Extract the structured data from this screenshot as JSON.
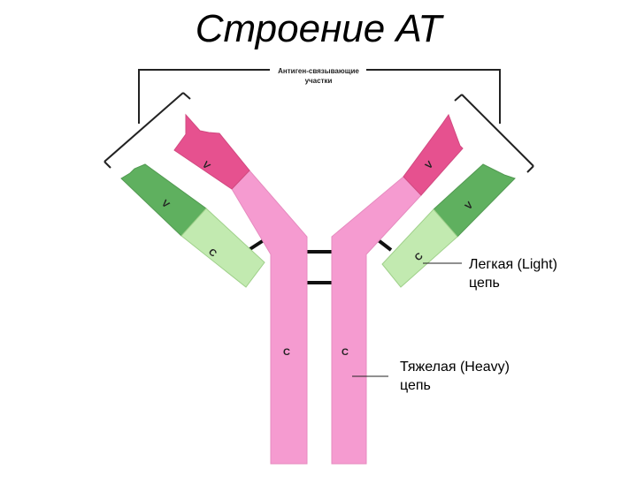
{
  "title": "Строение АТ",
  "antigen_binding_sites": [
    "Антиген-связывающие",
    "участки"
  ],
  "light_chain_label": [
    "Легкая (Light)",
    "цепь"
  ],
  "heavy_chain_label": [
    "Тяжелая (Heavy)",
    "цепь"
  ],
  "domains": {
    "variable": "V",
    "constant": "C"
  },
  "colors": {
    "heavy_constant": "#f59bd0",
    "heavy_variable": "#e6518f",
    "light_variable": "#5fb05f",
    "light_constant": "#c2eab0"
  }
}
